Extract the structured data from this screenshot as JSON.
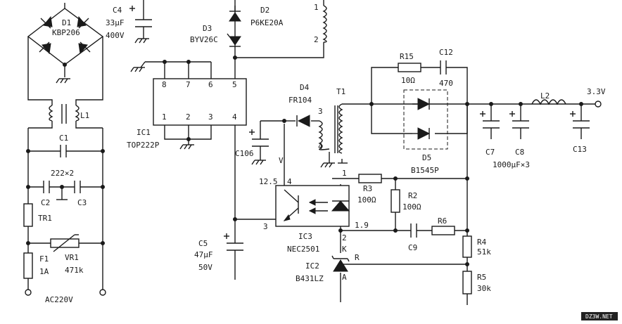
{
  "labels": {
    "d1": "D1",
    "kbp206": "KBP206",
    "c4": "C4",
    "c4_val": "33μF",
    "c4_v": "400V",
    "d2": "D2",
    "d2_val": "P6KE20A",
    "d3": "D3",
    "d3_val": "BYV26C",
    "l1": "L1",
    "c1": "C1",
    "c2c3": "222×2",
    "c2": "C2",
    "c3": "C3",
    "tr1": "TR1",
    "f1": "F1",
    "f1_val": "1A",
    "vr1": "VR1",
    "vr1_val": "471k",
    "ac": "AC220V",
    "ic1": "IC1",
    "ic1_val": "TOP222P",
    "p8": "8",
    "p7": "7",
    "p6": "6",
    "p5": "5",
    "p1": "1",
    "p2": "2",
    "p3": "3",
    "p4": "4",
    "d4": "D4",
    "d4_val": "FR104",
    "t1": "T1",
    "w1": "1",
    "w2": "2",
    "w3": "3",
    "w4": "4",
    "c106": "C106",
    "v": "V",
    "v125": "12.5",
    "o4": "4",
    "o3": "3",
    "o1": "1",
    "o2": "2",
    "o19": "1.9",
    "r15": "R15",
    "r15_val": "10Ω",
    "c12": "C12",
    "c12_val": "470",
    "l2": "L2",
    "v33": "3.3V",
    "d5": "D5",
    "b1545": "B1545P",
    "c7": "C7",
    "c8": "C8",
    "c13": "C13",
    "caps": "1000μF×3",
    "r3": "R3",
    "r3_val": "100Ω",
    "r2": "R2",
    "r2_val": "100Ω",
    "c9": "C9",
    "r6": "R6",
    "r4": "R4",
    "r4_val": "51k",
    "r5": "R5",
    "r5_val": "30k",
    "ic3": "IC3",
    "ic3_val": "NEC2501",
    "k": "K",
    "ic2": "IC2",
    "ic2_val": "B431LZ",
    "a": "A",
    "r": "R",
    "c5": "C5",
    "c5_val": "47μF",
    "c5_v": "50V",
    "watermark": "DZ3W.NET"
  }
}
